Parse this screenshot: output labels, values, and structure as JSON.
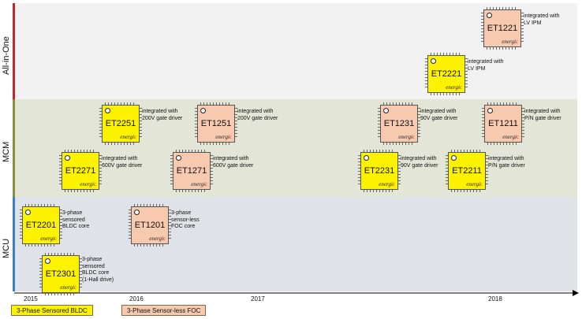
{
  "bands": [
    {
      "id": "all-in-one",
      "label": "All-in-One",
      "fill": "#f2f2f2",
      "bar": "#c0272d"
    },
    {
      "id": "mcm",
      "label": "MCM",
      "fill": "#e3e6d7",
      "bar": "#8a8d3a"
    },
    {
      "id": "mcu",
      "label": "MCU",
      "fill": "#dfe3e7",
      "bar": "#3a7fc0"
    }
  ],
  "years": [
    "2015",
    "2016",
    "2017",
    "2018"
  ],
  "legend": [
    {
      "label": "3-Phase Sensored BLDC",
      "color": "#fdf300"
    },
    {
      "label": "3-Phase Sensor-less FOC",
      "color": "#f7c9ae"
    }
  ],
  "chips": [
    {
      "id": "et1221",
      "name": "ET1221",
      "type": "foc",
      "desc": [
        "integrated with",
        "LV IPM"
      ]
    },
    {
      "id": "et2221",
      "name": "ET2221",
      "type": "bldc",
      "desc": [
        "integrated with",
        "LV IPM"
      ]
    },
    {
      "id": "et2251",
      "name": "ET2251",
      "type": "bldc",
      "desc": [
        "integrated with",
        "200V gate driver"
      ]
    },
    {
      "id": "et1251",
      "name": "ET1251",
      "type": "foc",
      "desc": [
        "integrated with",
        "200V gate driver"
      ]
    },
    {
      "id": "et1231",
      "name": "ET1231",
      "type": "foc",
      "desc": [
        "integrated with",
        "90V gate driver"
      ]
    },
    {
      "id": "et1211",
      "name": "ET1211",
      "type": "foc",
      "desc": [
        "integrated with",
        "P/N gate driver"
      ]
    },
    {
      "id": "et2271",
      "name": "ET2271",
      "type": "bldc",
      "desc": [
        "integrated with",
        "600V gate driver"
      ]
    },
    {
      "id": "et1271",
      "name": "ET1271",
      "type": "foc",
      "desc": [
        "integrated with",
        "600V gate driver"
      ]
    },
    {
      "id": "et2231",
      "name": "ET2231",
      "type": "bldc",
      "desc": [
        "integrated with",
        "90V gate driver"
      ]
    },
    {
      "id": "et2211",
      "name": "ET2211",
      "type": "bldc",
      "desc": [
        "integrated with",
        "P/N gate driver"
      ]
    },
    {
      "id": "et2201",
      "name": "ET2201",
      "type": "bldc",
      "desc": [
        "3-phase",
        "sensored",
        "BLDC core"
      ]
    },
    {
      "id": "et1201",
      "name": "ET1201",
      "type": "foc",
      "desc": [
        "3-phase",
        "sensor-less",
        "FOC core"
      ]
    },
    {
      "id": "et2301",
      "name": "ET2301",
      "type": "bldc",
      "desc": [
        "3-phase",
        "sensored",
        "BLDC core",
        "(1-Hall drive)"
      ]
    }
  ],
  "brand": {
    "prefix": "energi",
    "mark": "c"
  }
}
